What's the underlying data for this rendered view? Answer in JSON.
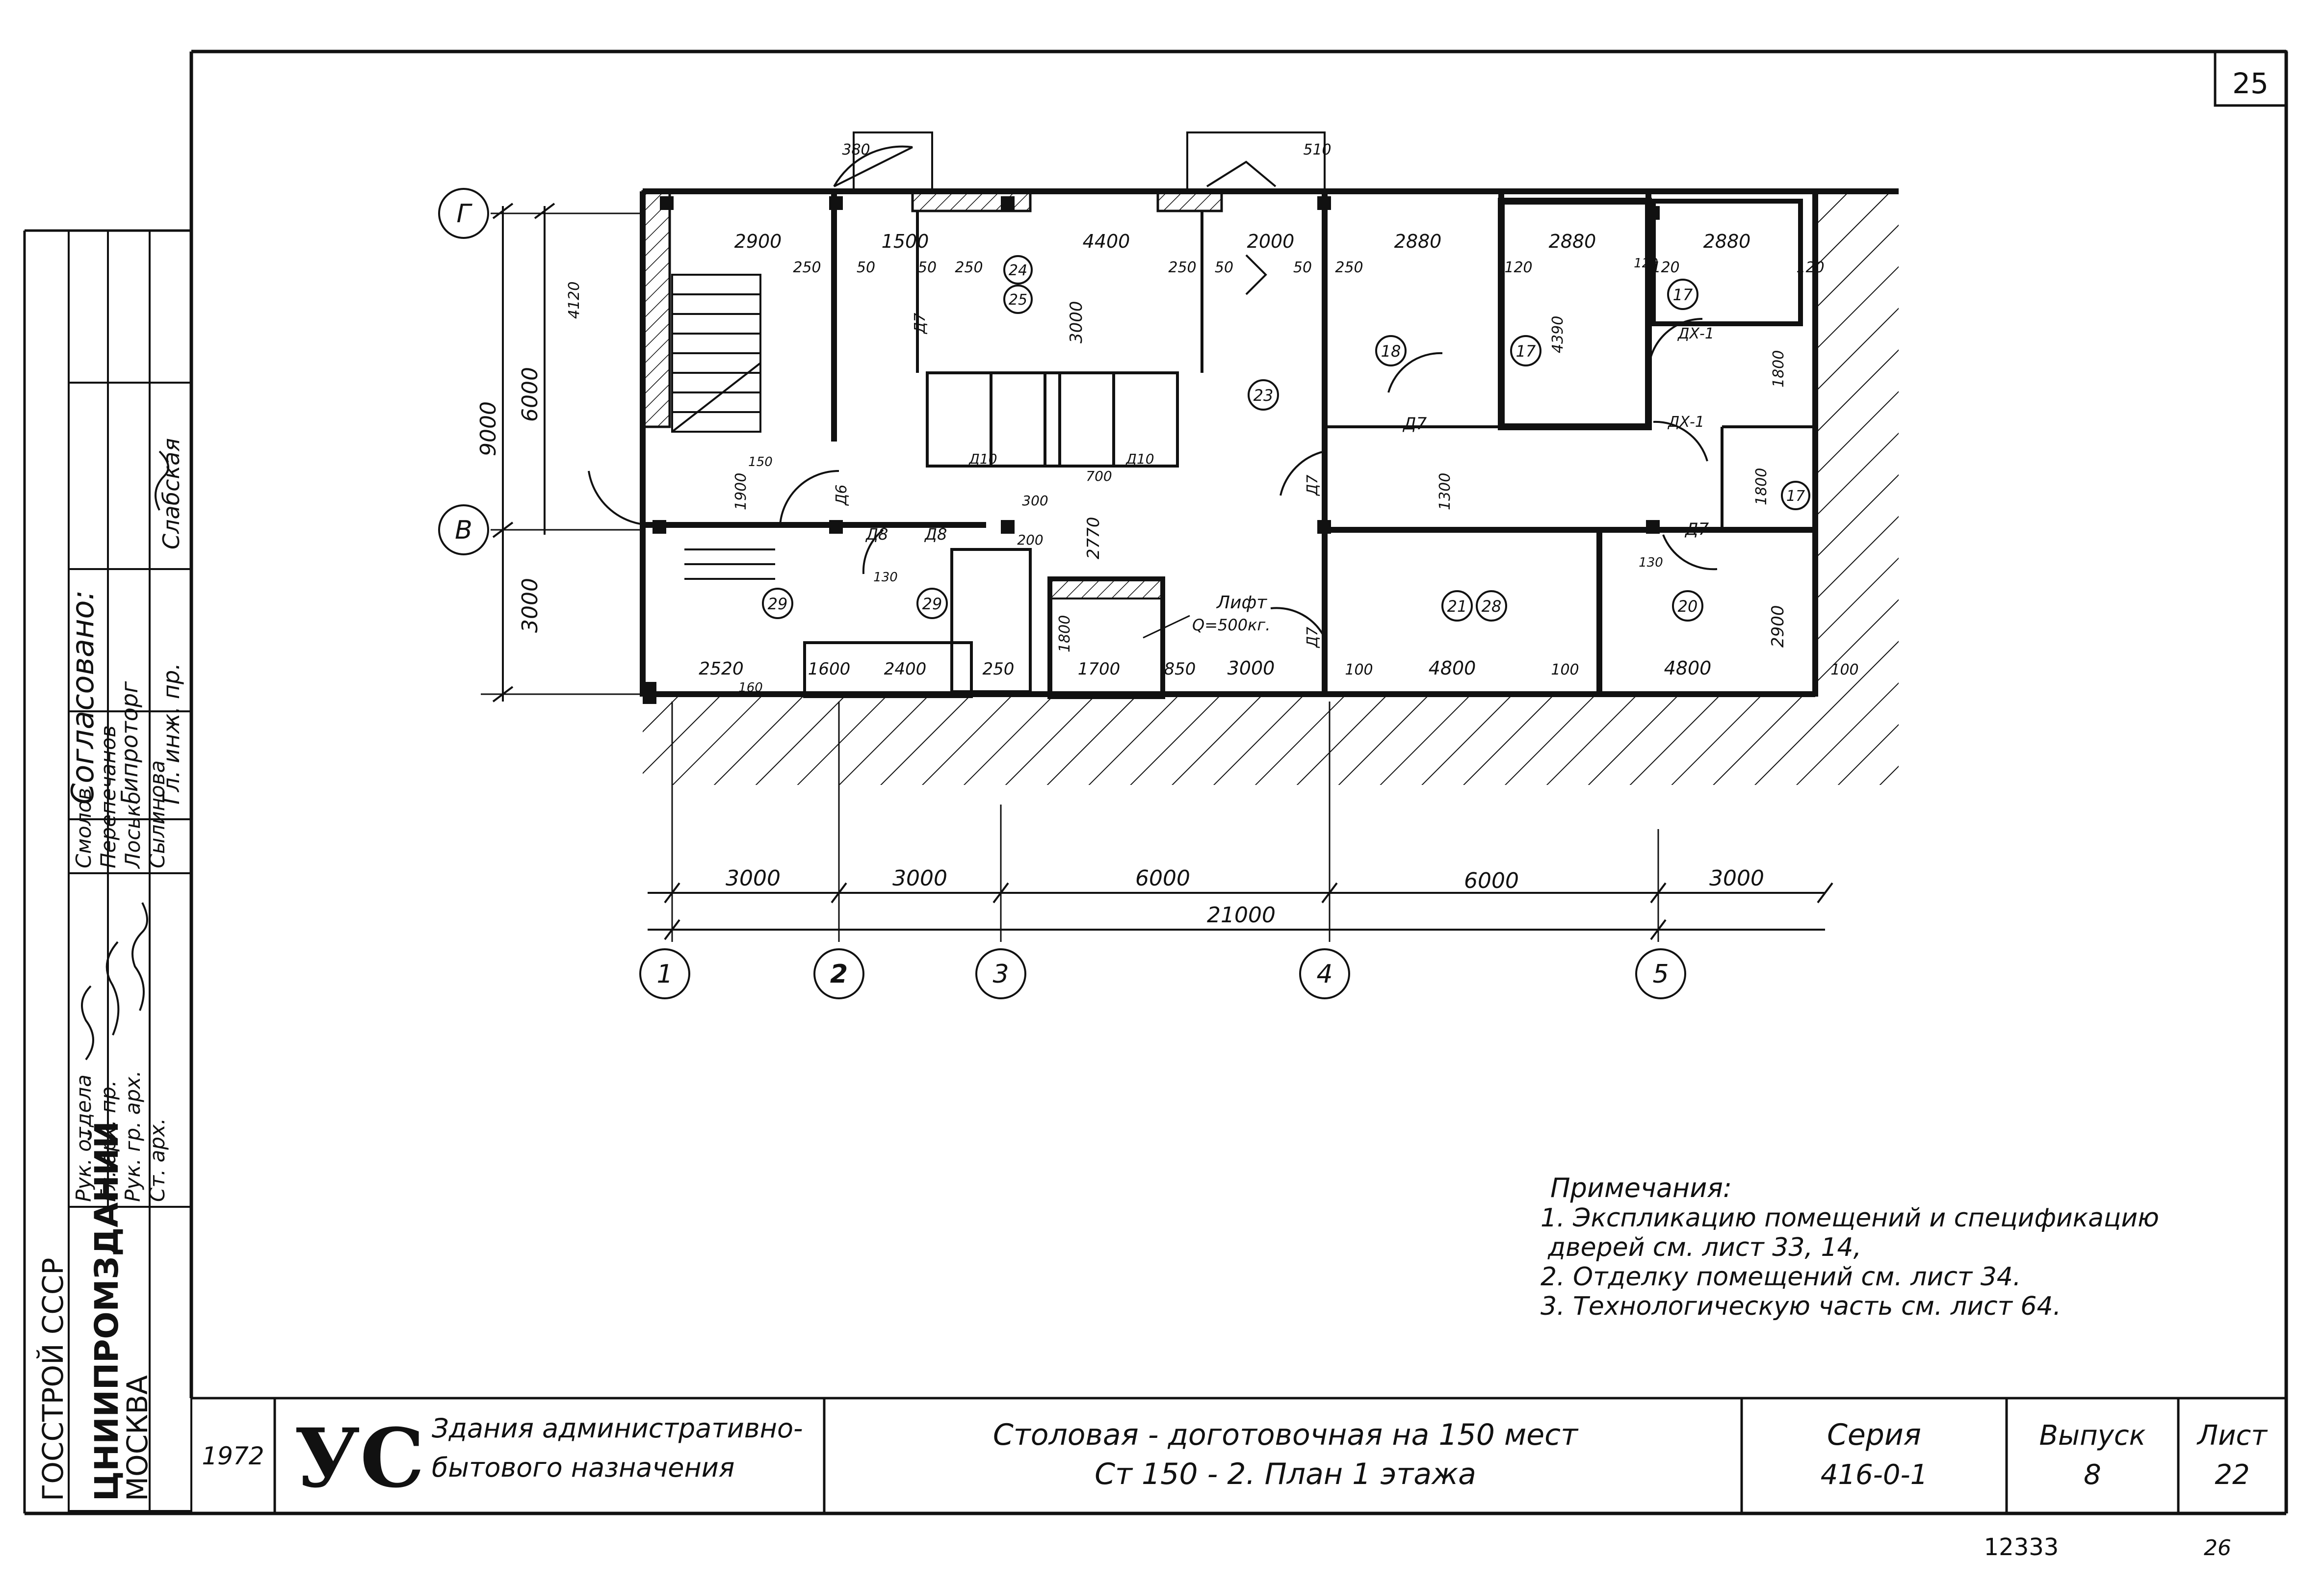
{
  "sheet": {
    "page_number": "25",
    "bottom_number_left": "12333",
    "bottom_number_right": "26"
  },
  "approval": {
    "heading": "Согласовано:",
    "rows": [
      {
        "org": "Гипроторг",
        "role": "Гл. инж. пр.",
        "name": "Слабская"
      }
    ]
  },
  "stamp": {
    "org_top": "ГОССТРОЙ СССР",
    "org_mid": "ЦНИИПРОМЗДАНИЙ",
    "org_city": "МОСКВА",
    "roles": [
      "Рук. отдела",
      "Гл. арх. пр.",
      "Рук. гр. арх.",
      "Ст. арх."
    ],
    "names": [
      "Смолов",
      "Перепечанов",
      "Лосько",
      "Сылиновa"
    ]
  },
  "title_block": {
    "year": "1972",
    "logo": "УС",
    "category_line1": "Здания административно-",
    "category_line2": "бытового назначения",
    "title_line1": "Столовая - доготовочная на 150 мест",
    "title_line2": "Ст 150 - 2. План 1 этажа",
    "series_label": "Серия",
    "series_value": "416-0-1",
    "issue_label": "Выпуск",
    "issue_value": "8",
    "sheet_label": "Лист",
    "sheet_value": "22"
  },
  "notes": {
    "heading": "Примечания:",
    "lines": [
      "1. Экспликацию помещений и спецификацию",
      "дверей см. лист 33, 14,",
      "2. Отделку помещений см. лист 34.",
      "3. Технологическую часть см. лист 64."
    ]
  },
  "plan": {
    "row_axes": [
      "Г",
      "В"
    ],
    "column_axes": [
      "1",
      "2",
      "3",
      "4",
      "5"
    ],
    "bottom_dims": [
      "3000",
      "3000",
      "6000",
      "6000",
      "3000"
    ],
    "bottom_total": "21000",
    "left_dims": [
      "9000",
      "6000",
      "3000"
    ],
    "top_dims": [
      "2900",
      "250",
      "1500",
      "50",
      "50",
      "250",
      "4400",
      "250",
      "50",
      "2000",
      "50",
      "250",
      "2880",
      "2880",
      "2880",
      "120",
      "120",
      "120",
      "380",
      "510"
    ],
    "room_numbers": [
      "24",
      "25",
      "23",
      "18",
      "17",
      "17",
      "17",
      "29",
      "29",
      "21",
      "28",
      "20"
    ],
    "door_tags": [
      "Д7",
      "Д7",
      "Д7",
      "Д7",
      "Д7",
      "Д8",
      "Д8",
      "Д6",
      "Д10",
      "Д10",
      "ДХ-1",
      "ДХ-1"
    ],
    "lift_label": "Лифт",
    "lift_capacity": "Q=500кг.",
    "interior_dims": [
      "2520",
      "1600",
      "2400",
      "250",
      "1700",
      "850",
      "3000",
      "100",
      "4800",
      "100",
      "4800",
      "100",
      "2900",
      "1800",
      "2770",
      "3000",
      "4120",
      "4390",
      "1800",
      "1300",
      "1900",
      "1800",
      "300",
      "700",
      "160",
      "130",
      "130",
      "120",
      "150",
      "200"
    ]
  }
}
